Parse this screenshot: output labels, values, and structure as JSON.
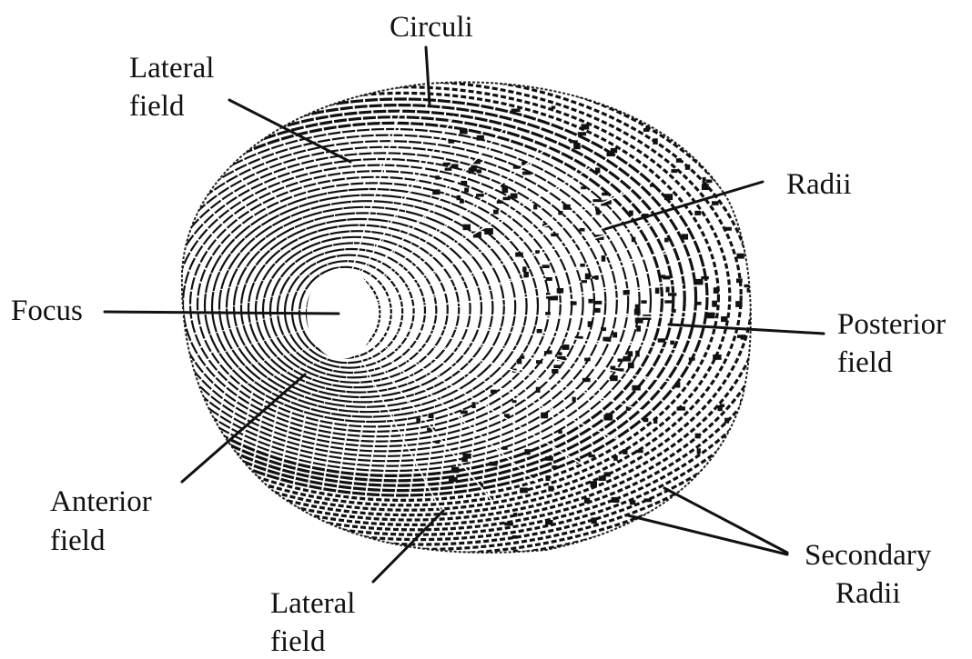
{
  "labels": {
    "circuli": "Circuli",
    "lateral_field_top": {
      "line1": "Lateral",
      "line2": "field"
    },
    "radii": "Radii",
    "focus": "Focus",
    "posterior_field": {
      "line1": "Posterior",
      "line2": "field"
    },
    "anterior_field": {
      "line1": "Anterior",
      "line2": "field"
    },
    "lateral_field_bottom": {
      "line1": "Lateral",
      "line2": "field"
    },
    "secondary_radii": {
      "line1": "Secondary",
      "line2": "Radii"
    }
  },
  "colors": {
    "ink": "#111111",
    "paper": "#ffffff"
  }
}
